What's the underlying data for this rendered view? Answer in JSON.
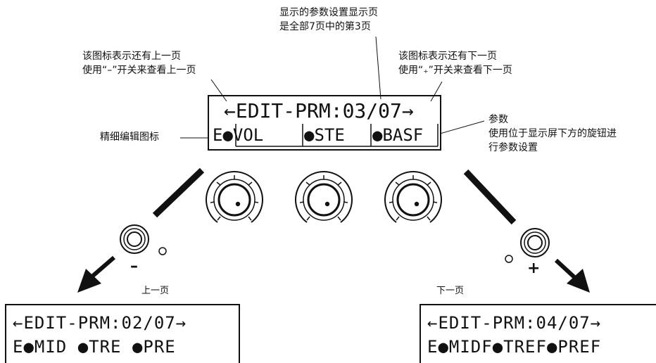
{
  "annotations": {
    "top_center_line1": "显示的参数设置显示页",
    "top_center_line2": "是全部7页中的第3页",
    "prev_icon_line1": "该图标表示还有上一页",
    "prev_icon_line2": "使用“–”开关来查看上一页",
    "next_icon_line1": "该图标表示还有下一页",
    "next_icon_line2": "使用“₊”开关来查看下一页",
    "fine_edit_icon": "精细编辑图标",
    "params_line1": "参数",
    "params_line2": "使用位于显示屏下方的旋钮进",
    "params_line3": "行参数设置"
  },
  "main_display": {
    "row1": "←EDIT-PRM:03/07→",
    "cells": [
      "E●VOL",
      "●STE",
      "●BASF"
    ]
  },
  "prev_display": {
    "caption": "上一页",
    "row1": "←EDIT-PRM:02/07→",
    "row2": "E●MID ●TRE ●PRE"
  },
  "next_display": {
    "caption": "下一页",
    "row1": "←EDIT-PRM:04/07→",
    "row2": "E●MIDF●TREF●PREF"
  },
  "switches": {
    "minus_label": "–",
    "plus_label": "+"
  }
}
